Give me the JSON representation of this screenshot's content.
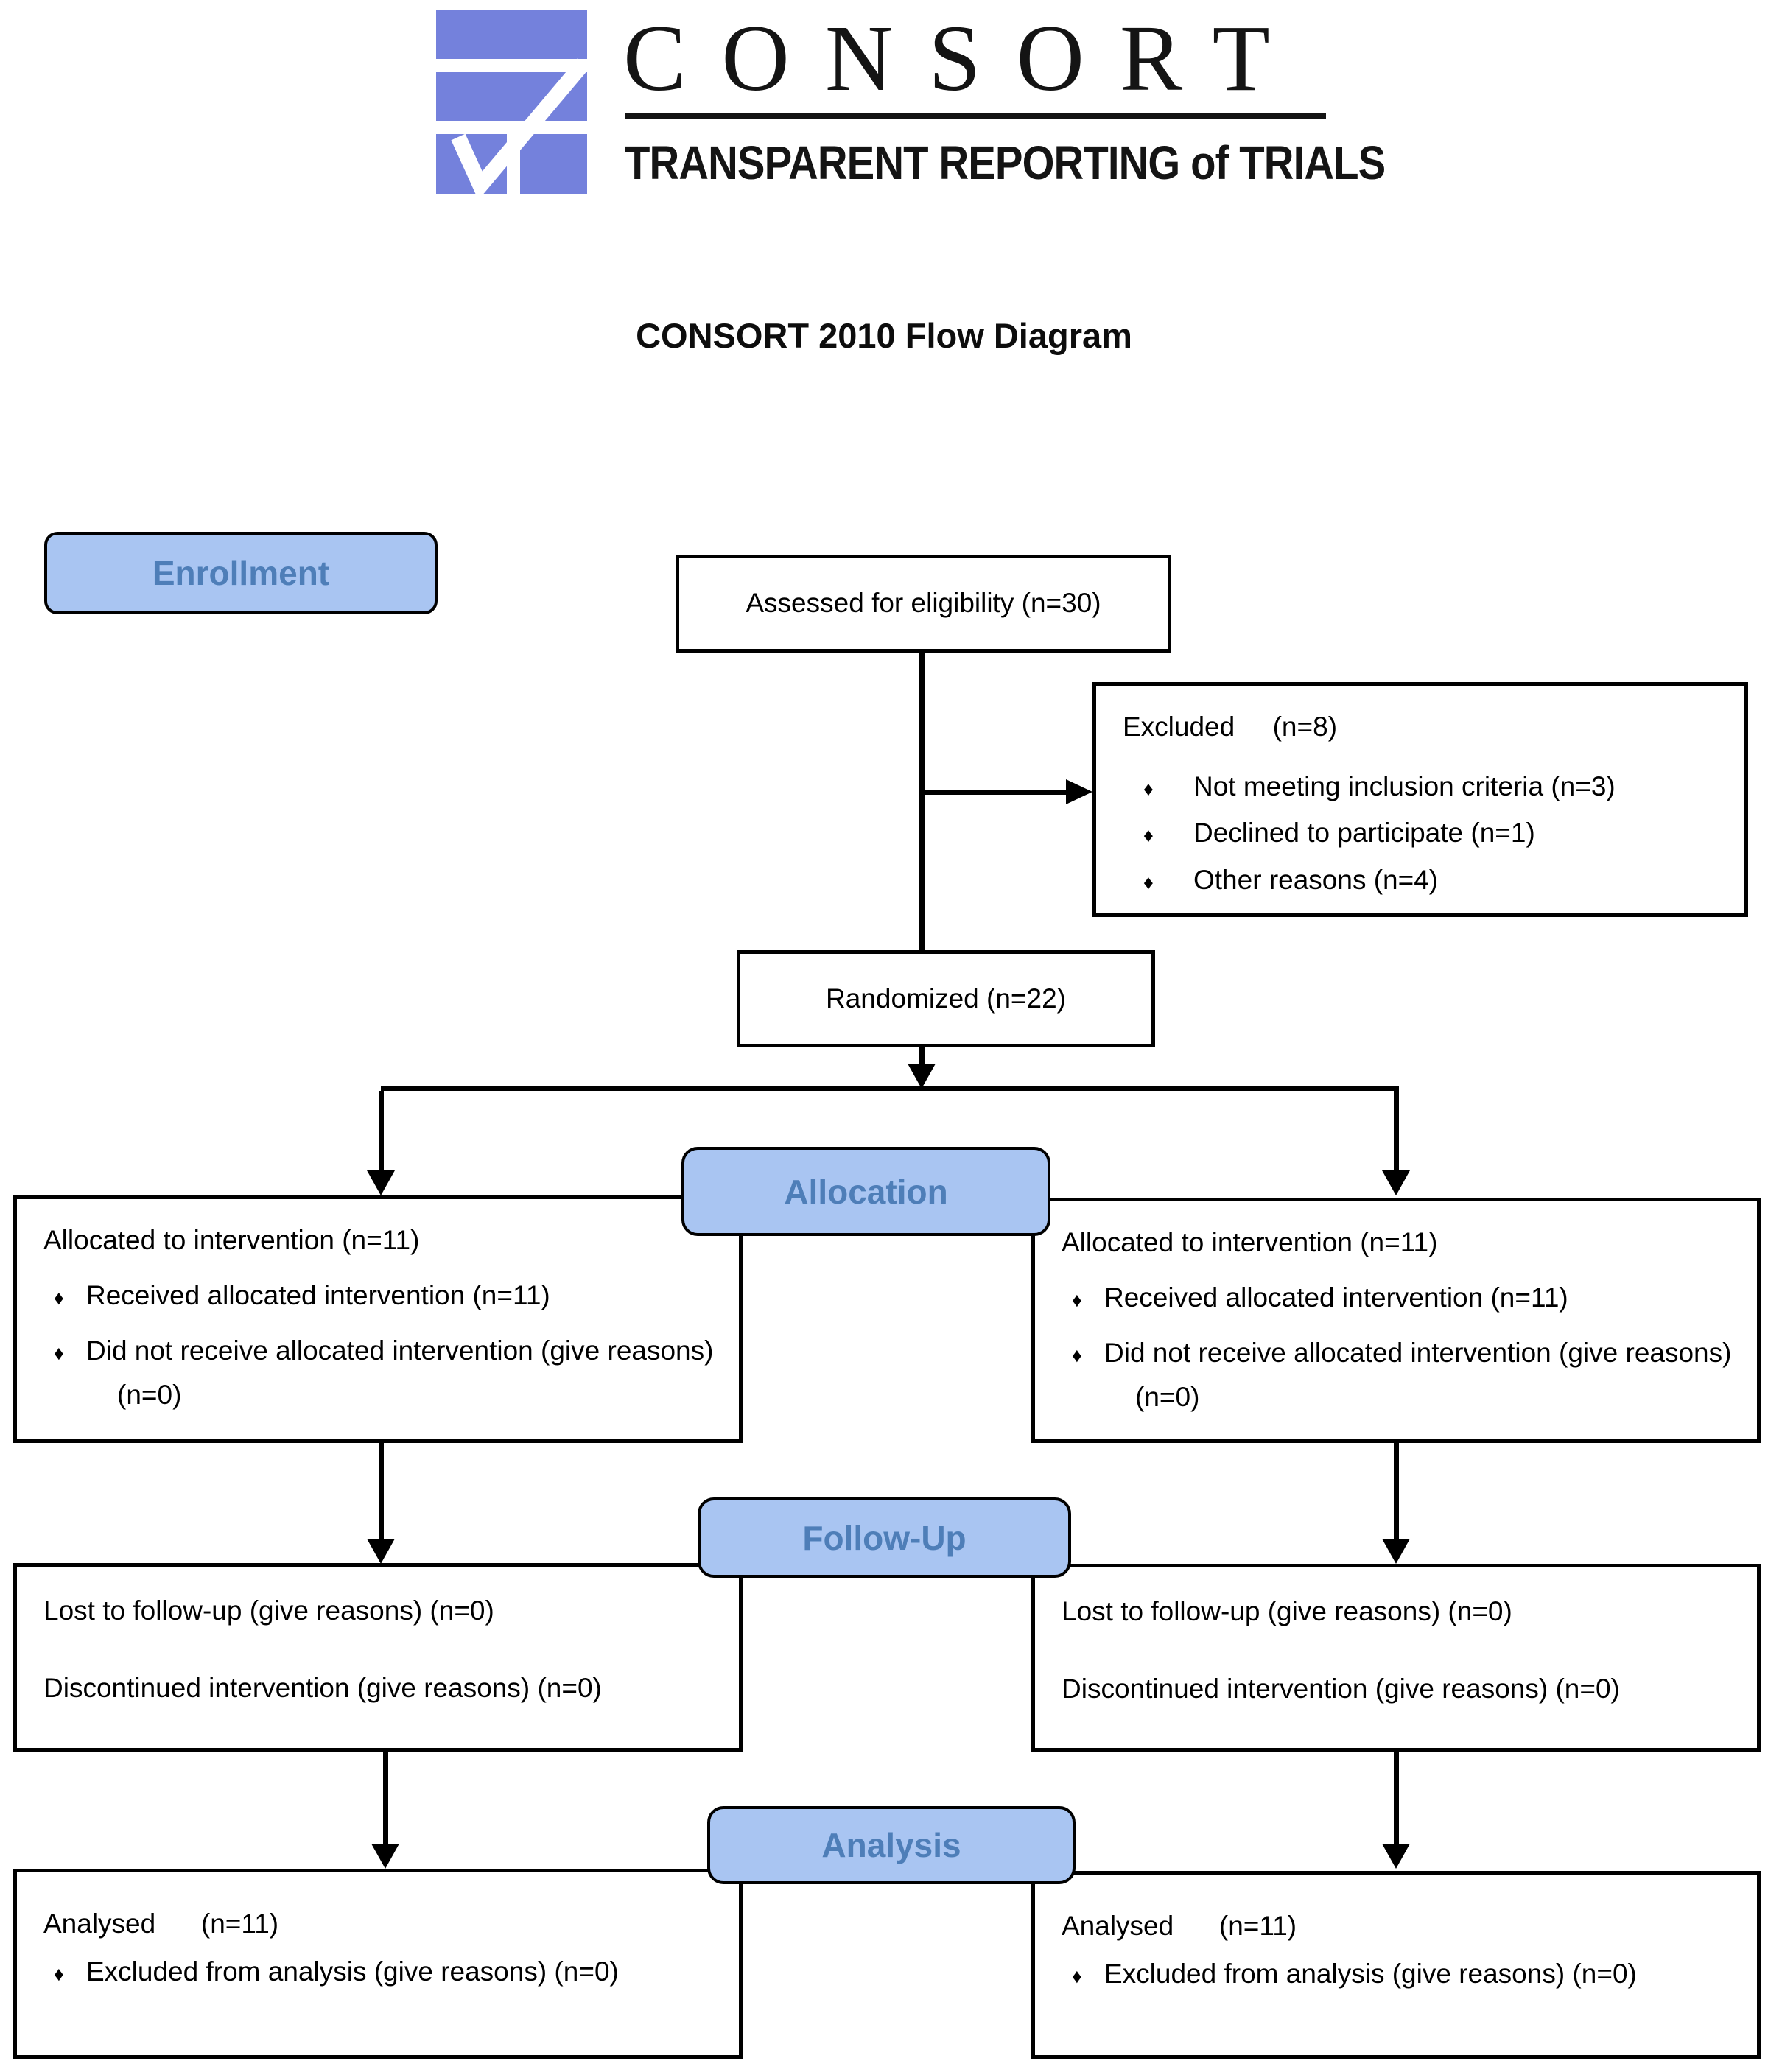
{
  "logo": {
    "wordmark": "CONSORT",
    "tagline": "TRANSPARENT REPORTING of TRIALS"
  },
  "title": "CONSORT 2010 Flow Diagram",
  "glyphs": {
    "bullet": "♦"
  },
  "colors": {
    "pill_fill": "#a9c5f2",
    "pill_text": "#4e7eb8",
    "logo_blue": "#7481dc",
    "line": "#000000"
  },
  "stages": {
    "enrollment": "Enrollment",
    "allocation": "Allocation",
    "followup": "Follow-Up",
    "analysis": "Analysis"
  },
  "enrollment_row": {
    "assessed": "Assessed for eligibility (n=30)",
    "excluded": {
      "heading": "Excluded     (n=8)",
      "items": [
        "Not meeting inclusion criteria (n=3)",
        "Declined to participate (n=1)",
        "Other reasons (n=4)"
      ]
    },
    "randomized": "Randomized (n=22)"
  },
  "allocation_row": {
    "left": {
      "heading": "Allocated to intervention (n=11)",
      "items": [
        "Received allocated intervention (n=11)",
        "Did not receive allocated intervention (give reasons) (n=0)"
      ]
    },
    "right": {
      "heading": "Allocated to intervention (n=11)",
      "items": [
        "Received allocated intervention (n=11)",
        "Did not receive allocated intervention (give reasons) (n=0)"
      ]
    }
  },
  "followup_row": {
    "left": {
      "line1": "Lost to follow-up (give reasons) (n=0)",
      "line2": "Discontinued intervention (give reasons) (n=0)"
    },
    "right": {
      "line1": "Lost to follow-up (give reasons) (n=0)",
      "line2": "Discontinued intervention (give reasons) (n=0)"
    }
  },
  "analysis_row": {
    "left": {
      "heading": "Analysed      (n=11)",
      "items": [
        "Excluded from analysis (give reasons) (n=0)"
      ]
    },
    "right": {
      "heading": "Analysed      (n=11)",
      "items": [
        "Excluded from analysis (give reasons) (n=0)"
      ]
    }
  }
}
